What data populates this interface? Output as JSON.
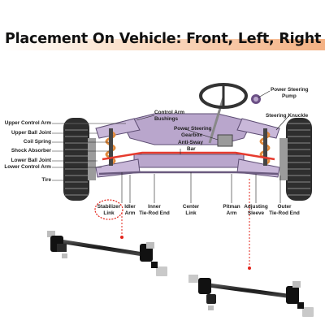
{
  "title": "Placement On Vehicle: Front, Left, Right",
  "colors": {
    "accent_band": "#f4b183",
    "highlight": "#e2231a",
    "frame": "#b7a3c9",
    "spring": "#e9924a",
    "tire": "#3a3a3a"
  },
  "labels_left": {
    "upper_control_arm": "Upper Control Arm",
    "upper_ball_joint": "Upper Ball Joint",
    "coil_spring": "Coil Spring",
    "shock_absorber": "Shock Absorber",
    "lower_ball_joint": "Lower Ball Joint",
    "lower_control_arm": "Lower Control Arm",
    "tire": "Tire"
  },
  "labels_top": {
    "control_arm_bushings_1": "Control Arm",
    "control_arm_bushings_2": "Bushings",
    "power_steering_gearbox_1": "Power Steering",
    "power_steering_gearbox_2": "Gearbox",
    "anti_sway_bar_1": "Anti-Sway",
    "anti_sway_bar_2": "Bar",
    "power_steering_pump_1": "Power Steering",
    "power_steering_pump_2": "Pump",
    "steering_knuckle": "Steering Knuckle"
  },
  "labels_bottom": {
    "stabilizer_link_1": "Stabilizer",
    "stabilizer_link_2": "Link",
    "idler_arm_1": "Idler",
    "idler_arm_2": "Arm",
    "inner_tie_rod_1": "Inner",
    "inner_tie_rod_2": "Tie-Rod End",
    "center_link_1": "Center",
    "center_link_2": "Link",
    "pitman_arm_1": "Pitman",
    "pitman_arm_2": "Arm",
    "adjusting_sleeve_1": "Adjusting",
    "adjusting_sleeve_2": "Sleeve",
    "outer_tie_rod_1": "Outer",
    "outer_tie_rod_2": "Tie-Rod End"
  }
}
